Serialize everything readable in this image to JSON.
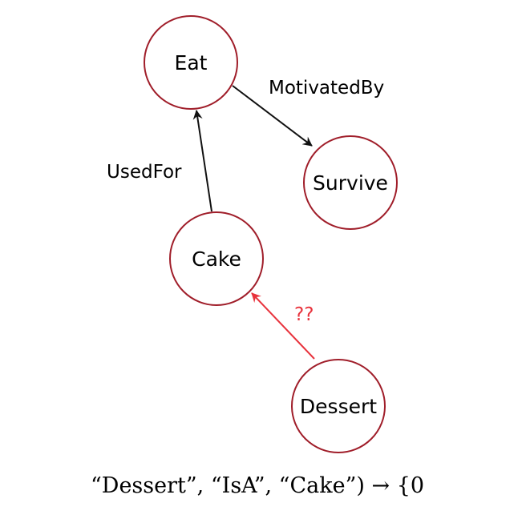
{
  "colors": {
    "node_stroke": "#a01e2a",
    "edge_default": "#111111",
    "edge_unknown": "#e8323c",
    "text": "#000000"
  },
  "nodes": {
    "eat": {
      "label": "Eat"
    },
    "survive": {
      "label": "Survive"
    },
    "cake": {
      "label": "Cake"
    },
    "dessert": {
      "label": "Dessert"
    }
  },
  "edges": {
    "eat_survive": {
      "label": "MotivatedBy"
    },
    "cake_eat": {
      "label": "UsedFor"
    },
    "dessert_cake": {
      "label": "??"
    }
  },
  "caption": "“Dessert”, “IsA”, “Cake”) → {0"
}
